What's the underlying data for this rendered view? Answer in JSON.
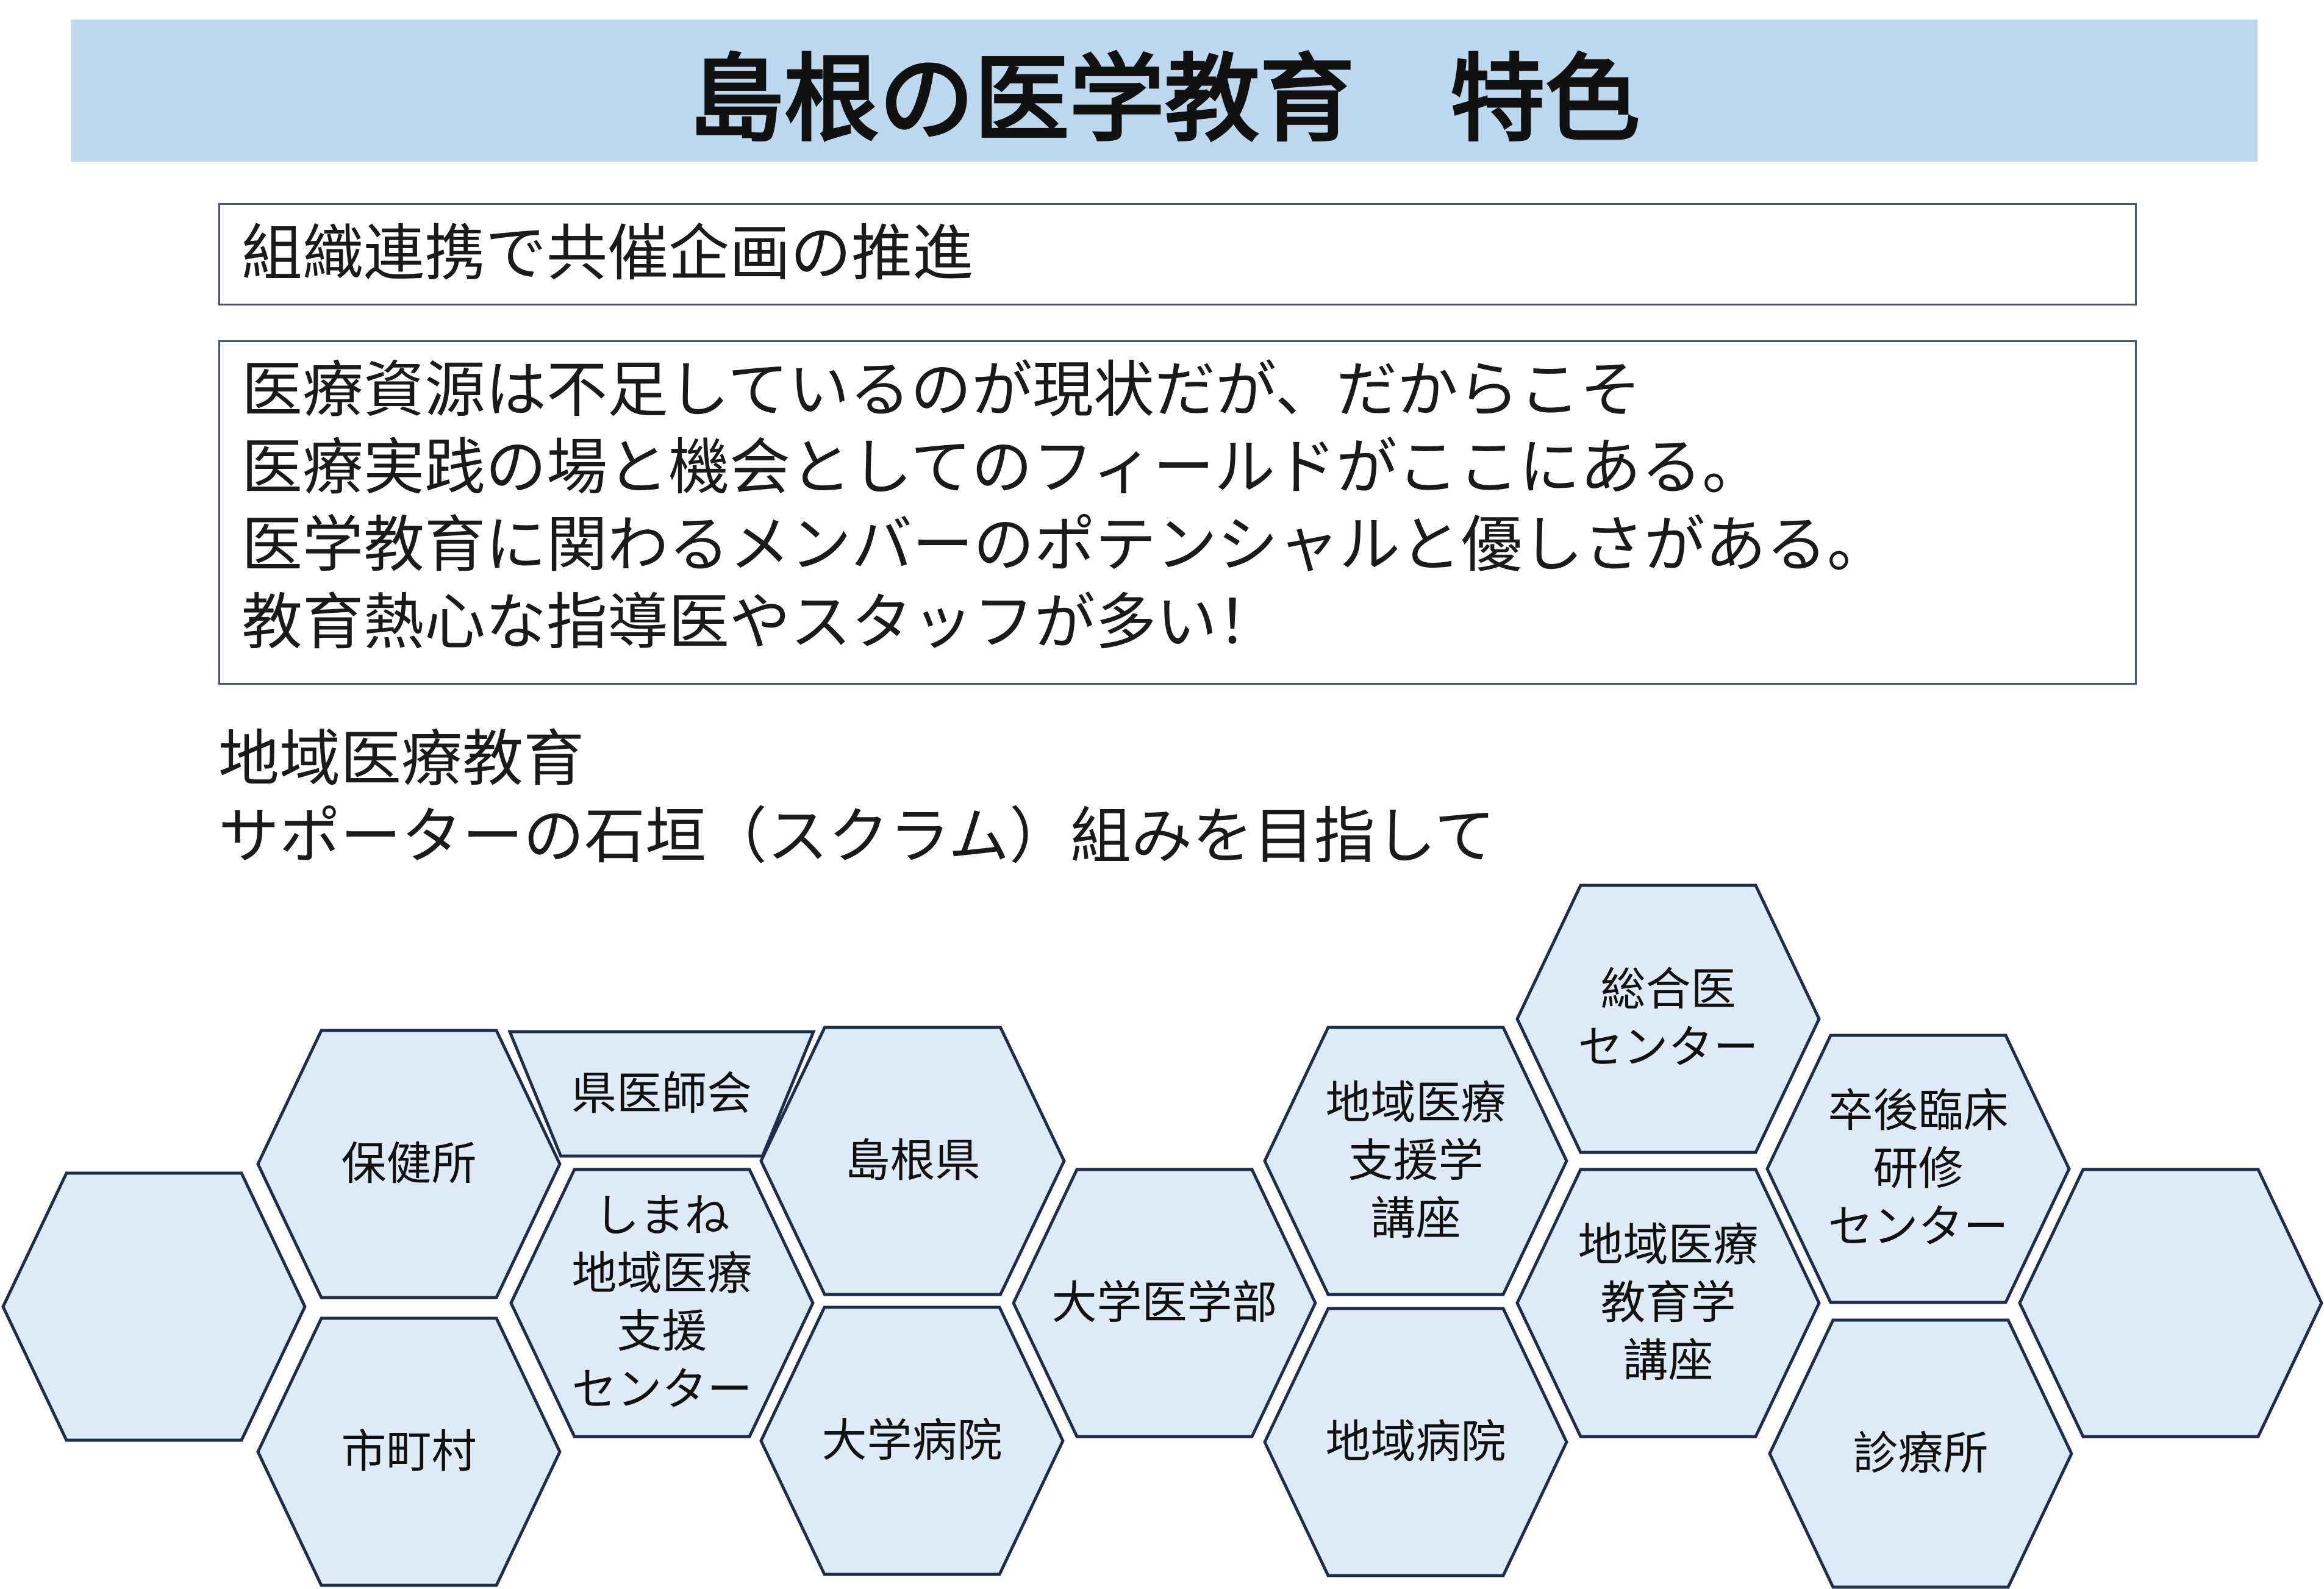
{
  "title": "島根の医学教育　特色",
  "box1_text": "組織連携で共催企画の推進",
  "box2_lines": [
    "医療資源は不足しているのが現状だが、だからこそ",
    "医療実践の場と機会としてのフィールドがここにある。",
    "医学教育に関わるメンバーのポテンシャルと優しさがある。",
    "教育熱心な指導医やスタッフが多い！"
  ],
  "subtitle_lines": [
    "地域医療教育",
    "サポーターの石垣（スクラム）組みを目指して"
  ],
  "hexagons": [
    {
      "label": ""
    },
    {
      "label": "保健所"
    },
    {
      "label": "市町村"
    },
    {
      "label": "県医師会"
    },
    {
      "label": "しまね\n地域医療\n支援\nセンター"
    },
    {
      "label": "島根県"
    },
    {
      "label": "大学病院"
    },
    {
      "label": "大学医学部"
    },
    {
      "label": "地域医療\n支援学\n講座"
    },
    {
      "label": "地域病院"
    },
    {
      "label": "総合医\nセンター"
    },
    {
      "label": "地域医療\n教育学\n講座"
    },
    {
      "label": "卒後臨床\n研修\nセンター"
    },
    {
      "label": "診療所"
    },
    {
      "label": ""
    }
  ],
  "colors": {
    "title_bar": "#bdd7ee",
    "hex_fill": "#deebf7",
    "hex_stroke": "#1f2d4d"
  }
}
